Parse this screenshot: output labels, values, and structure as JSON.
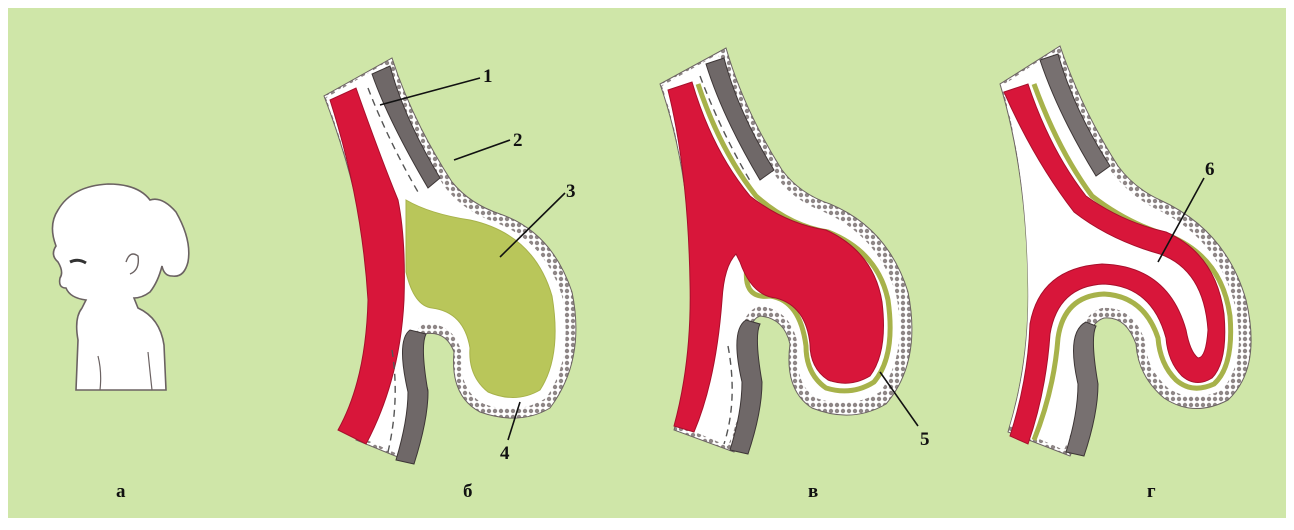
{
  "colors": {
    "background": "#cfe6a8",
    "brain": "#d8163a",
    "fluid": "#b9c65a",
    "skull": "#777070",
    "dura": "#ffffff",
    "skin": "#9a8f8f",
    "membrane_line": "#a7b24a"
  },
  "panels": {
    "a": {
      "label": "а"
    },
    "b": {
      "label": "б"
    },
    "v": {
      "label": "в"
    },
    "g": {
      "label": "г"
    }
  },
  "callouts": {
    "n1": "1",
    "n2": "2",
    "n3": "3",
    "n4": "4",
    "n5": "5",
    "n6": "6"
  }
}
